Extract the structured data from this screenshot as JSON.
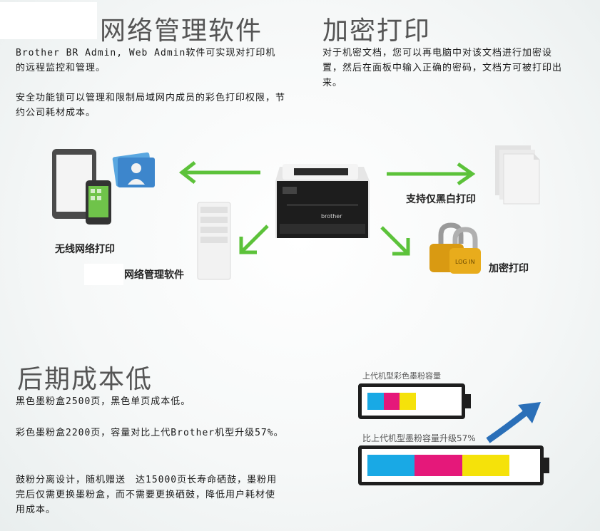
{
  "sections": {
    "network": {
      "title": "网络管理软件",
      "p1": "Brother BR Admin, Web Admin软件可实现对打印机的远程监控和管理。",
      "p2": "安全功能锁可以管理和限制局域网内成员的彩色打印权限，节约公司耗材成本。"
    },
    "secure": {
      "title": "加密打印",
      "p1": "对于机密文档，您可以再电脑中对该文档进行加密设置，然后在面板中输入正确的密码，文档方可被打印出来。"
    },
    "cost": {
      "title": "后期成本低",
      "p1": "黑色墨粉盒2500页，黑色单页成本低。",
      "p2": "彩色墨粉盒2200页，容量对比上代Brother机型升级57%。",
      "p3": "鼓粉分离设计，随机赠送　达15000页长寿命硒鼓，墨粉用完后仅需更换墨粉盒，而不需要更换硒鼓，降低用户耗材使用成本。"
    }
  },
  "diagram": {
    "printer_brand": "brother",
    "wireless_label": "无线网络打印",
    "software_label": "网络管理软件",
    "mono_label": "支持仅黑白打印",
    "encrypt_label": "加密打印",
    "lock_text": "LOG IN"
  },
  "batteries": {
    "old_label": "上代机型彩色墨粉容量",
    "new_label": "比上代机型墨粉容量升级57%",
    "old_level": 0.55,
    "new_level": 0.85
  },
  "colors": {
    "arrow_green": "#5cc23a",
    "cyan": "#19a9e5",
    "magenta": "#e5187a",
    "yellow": "#f5e20a",
    "upgrade_arrow": "#2a6fb8"
  }
}
